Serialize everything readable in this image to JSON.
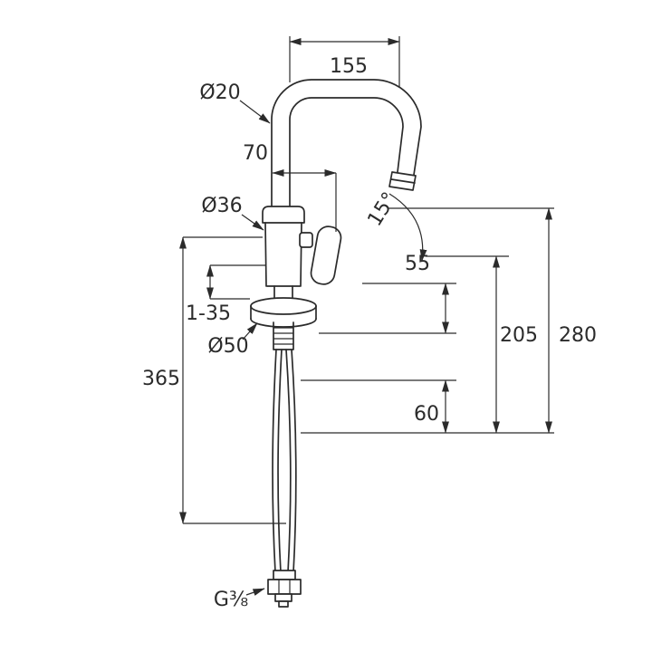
{
  "page": {
    "background": "#ffffff",
    "line_color": "#2b2b2b"
  },
  "drawing": {
    "dimensions": {
      "spout_reach": "155",
      "spout_tube_diameter": "Ø20",
      "spout_offset": "70",
      "body_diameter": "Ø36",
      "outlet_angle": "15°",
      "dim_55": "55",
      "mounting_thickness": "1-35",
      "base_diameter": "Ø50",
      "height_205": "205",
      "height_280": "280",
      "hose_length": "365",
      "dim_60": "60",
      "connection_thread": "G⅜"
    }
  }
}
